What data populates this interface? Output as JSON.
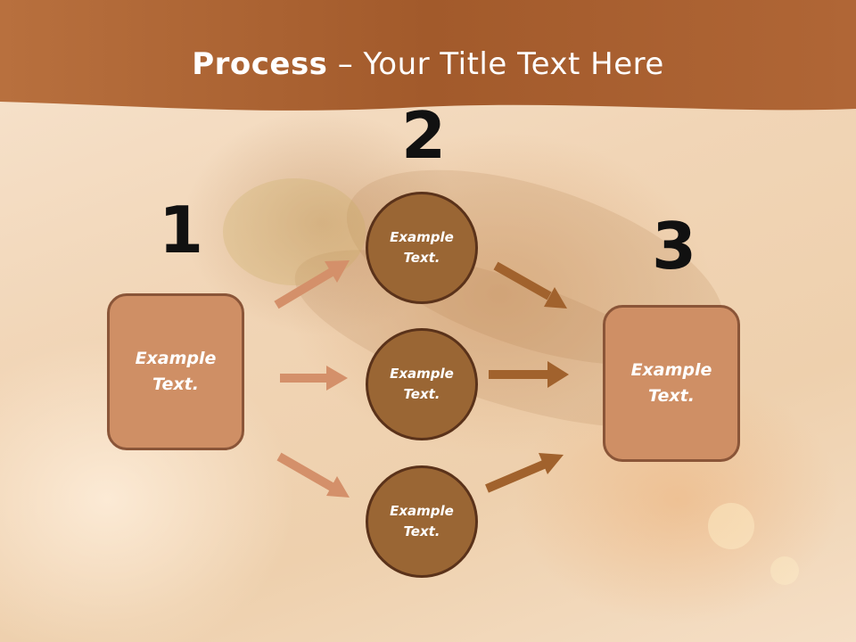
{
  "title": {
    "bold": "Process",
    "rest": " – Your Title Text Here"
  },
  "steps": [
    {
      "number": "1"
    },
    {
      "number": "2"
    },
    {
      "number": "3"
    }
  ],
  "boxes": [
    {
      "text": "Example\nText."
    },
    {
      "text": "Example\nText."
    }
  ],
  "circles": [
    {
      "text": "Example\nText."
    },
    {
      "text": "Example\nText."
    },
    {
      "text": "Example\nText."
    }
  ],
  "colors": {
    "header": "#a05a2c",
    "box_fill": "#cf8f65",
    "circle_fill": "#9a6634",
    "arrow_light": "#d4906a",
    "arrow_dark": "#a1622d"
  }
}
